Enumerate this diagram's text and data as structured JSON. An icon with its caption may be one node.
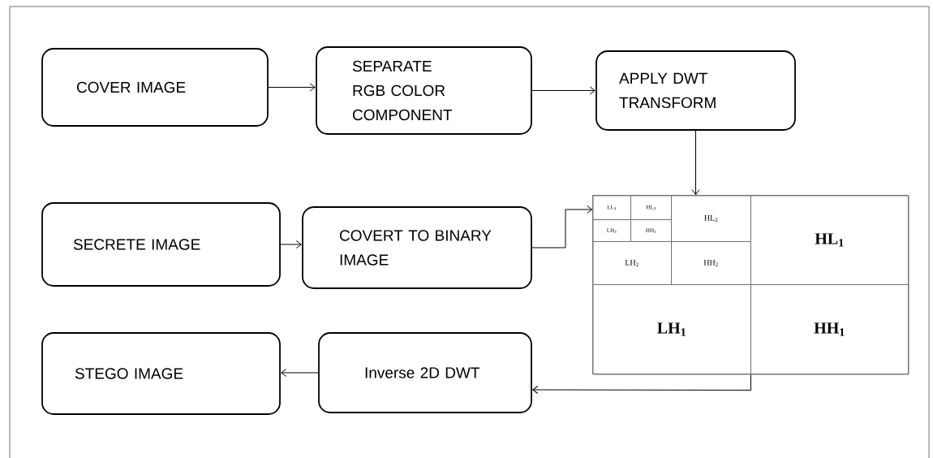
{
  "diagram": {
    "nodes": [
      {
        "text": [
          "COVER IMAGE"
        ]
      },
      {
        "text": [
          "SEPARATE RGB COLOR COMPONENT"
        ]
      },
      {
        "text": [
          "APPLY DWT TRANSFORM"
        ]
      },
      {
        "text": [
          "SECRETE IMAGE"
        ]
      },
      {
        "text": [
          "COVERT TO BINARY IMAGE"
        ]
      },
      {
        "text": [],
        "shape": "box"
      },
      {
        "text": [
          "LL$_{3}$"
        ],
        "in": 5
      },
      {
        "text": [
          "HL$_{3}$"
        ],
        "in": 5
      },
      {
        "text": [
          "LH$_{3}$"
        ],
        "in": 5
      },
      {
        "text": [
          "HH$_{3}$"
        ],
        "in": 5
      },
      {
        "text": [
          "HL$_{2}$"
        ],
        "in": 5
      },
      {
        "text": [
          "LH$_{2}$"
        ],
        "in": 5
      },
      {
        "text": [
          "HH$_{2}$"
        ],
        "in": 5
      },
      {
        "text": [
          "HL$_{1}$"
        ],
        "in": 5
      },
      {
        "text": [
          "LH$_{1}$"
        ],
        "in": 5
      },
      {
        "text": [
          "HH$_{1}$"
        ],
        "in": 5
      },
      {
        "text": [
          "STEGO IMAGE"
        ]
      },
      {
        "text": [
          "Inverse 2D DWT"
        ]
      }
    ],
    "edges": [
      {
        "from": 0,
        "to": 1,
        "arrow": "to"
      },
      {
        "from": 1,
        "to": 2,
        "arrow": "to"
      },
      {
        "from": 2,
        "to": 5,
        "arrow": "to"
      },
      {
        "from": 4,
        "to": 5,
        "arrow": "to"
      },
      {
        "from": 5,
        "to": 17,
        "arrow": "to"
      },
      {
        "from": 17,
        "to": 16,
        "arrow": "to"
      },
      {
        "from": 3,
        "to": 4,
        "arrow": "to"
      }
    ]
  }
}
